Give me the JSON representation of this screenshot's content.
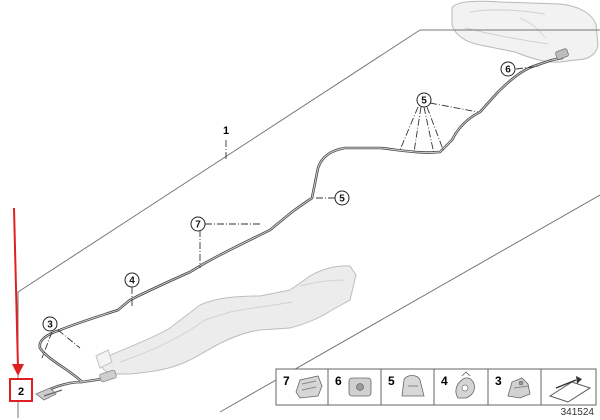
{
  "diagram": {
    "assembly_label": "1",
    "highlighted_part_label": "2",
    "callouts": {
      "c3": "3",
      "c4": "4",
      "c5a": "5",
      "c5b": "5",
      "c6": "6",
      "c7": "7"
    },
    "highlight_color": "#e02020",
    "line_color": "#555555"
  },
  "legend": {
    "items": [
      {
        "number": "7",
        "icon": "clip-holder-icon"
      },
      {
        "number": "6",
        "icon": "rubber-mount-icon"
      },
      {
        "number": "5",
        "icon": "line-clip-icon"
      },
      {
        "number": "4",
        "icon": "hose-clip-icon"
      },
      {
        "number": "3",
        "icon": "bracket-clip-icon"
      },
      {
        "number": "",
        "icon": "hint-arrow-icon"
      }
    ]
  },
  "diagram_id": "341524"
}
